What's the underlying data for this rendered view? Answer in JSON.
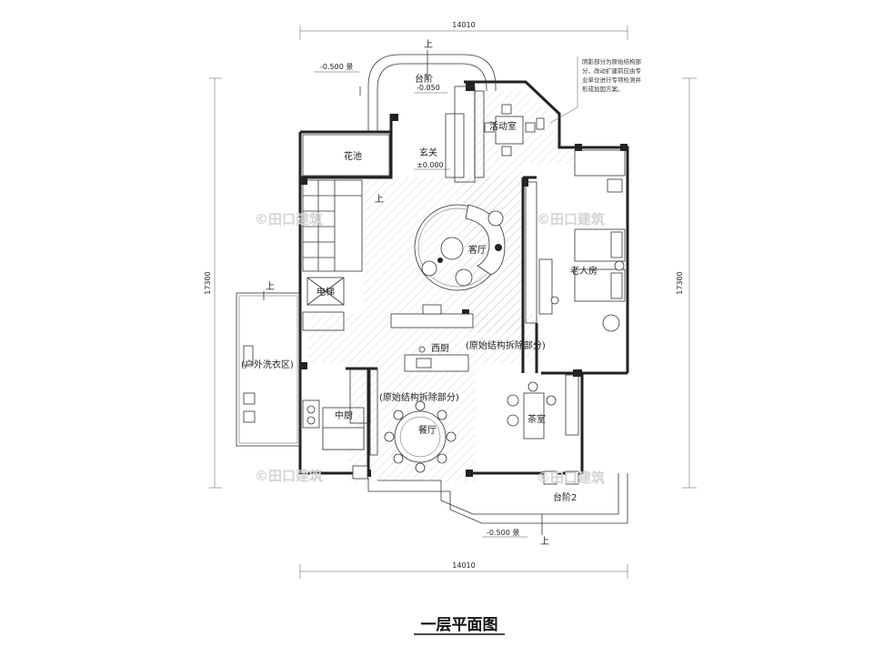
{
  "title": "一层平面图",
  "dimensions": {
    "top": "14010",
    "bottom": "14010",
    "left": "17300",
    "right": "17300"
  },
  "levels": {
    "top_left": "-0.500 景",
    "bottom": "-0.500 景",
    "entry_step": "-0.050",
    "foyer": "±0.000"
  },
  "up_marks": [
    "上",
    "上",
    "上",
    "上"
  ],
  "note": [
    "阴影部分为原始结构部",
    "分，改动扩建前应由专",
    "业单位进行专项检测并",
    "形成加固方案。"
  ],
  "rooms": {
    "steps_top": "台阶",
    "activity": "活动室",
    "planter": "花池",
    "foyer": "玄关",
    "living": "客厅",
    "elevator": "电梯",
    "elder_room": "老人房",
    "western_kitchen": "西厨",
    "removed_1": "(原始结构拆除部分)",
    "removed_2": "(原始结构拆除部分)",
    "laundry": "(户外洗衣区)",
    "chinese_kitchen": "中厨",
    "dining": "餐厅",
    "tea_room": "茶室",
    "steps_bottom": "台阶2"
  },
  "watermark": "©田口建筑"
}
